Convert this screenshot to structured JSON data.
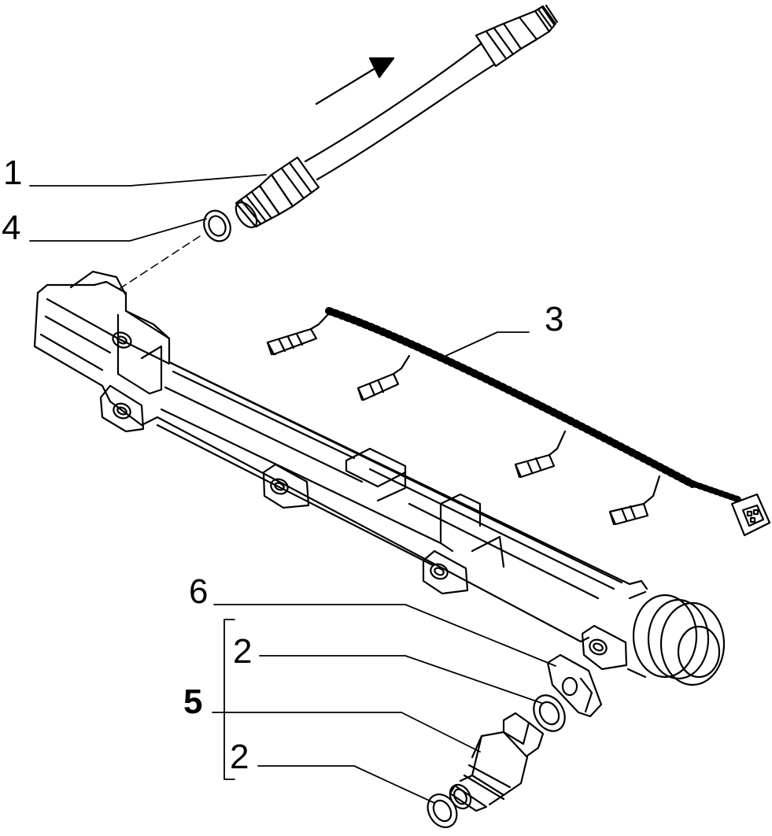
{
  "callouts": {
    "c1": "1",
    "c4": "4",
    "c3": "3",
    "c6": "6",
    "c2a": "2",
    "c5": "5",
    "c2b": "2"
  },
  "colors": {
    "line": "#000000",
    "background": "#ffffff"
  },
  "icons": {
    "flow": "flow-direction-arrow-icon"
  }
}
